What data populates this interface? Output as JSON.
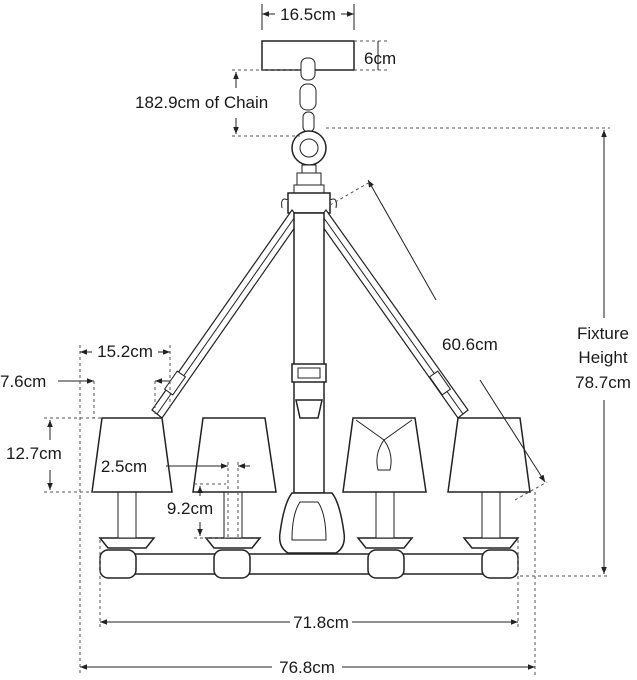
{
  "dimensions": {
    "canopy_width": "16.5cm",
    "canopy_height": "6cm",
    "chain": "182.9cm of Chain",
    "diagonal": "60.6cm",
    "fixture_height": [
      "Fixture",
      "Height",
      "78.7cm"
    ],
    "shade_top": "15.2cm",
    "shade_offset": "7.6cm",
    "shade_height": "12.7cm",
    "socket": "2.5cm",
    "socket_height": "9.2cm",
    "inner_width": "71.8cm",
    "overall_width": "76.8cm"
  },
  "colors": {
    "line": "#222222",
    "background": "#ffffff"
  }
}
